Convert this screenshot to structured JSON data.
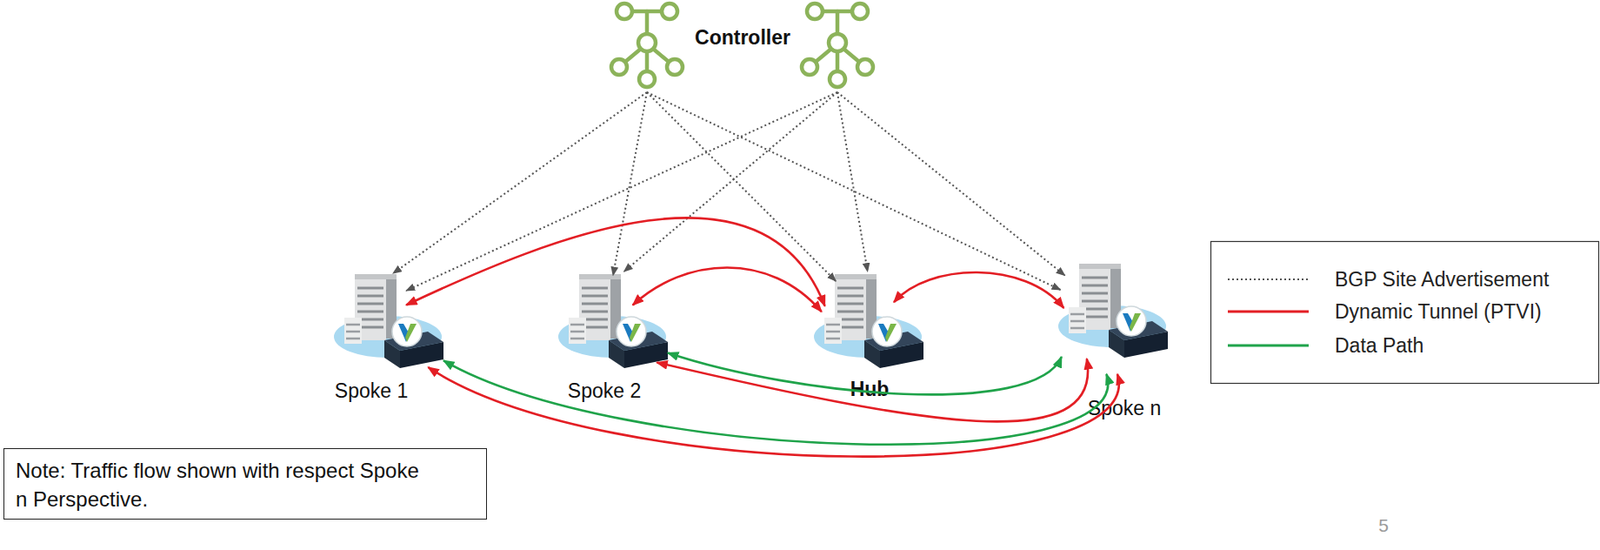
{
  "diagram": {
    "nodes": [
      {
        "text": [
          "Controller"
        ]
      },
      {
        "text": [
          "Spoke 1"
        ]
      },
      {
        "text": [
          "Spoke 2"
        ]
      },
      {
        "text": [
          "Hub"
        ]
      },
      {
        "text": [
          "Spoke n"
        ]
      },
      {
        "text": [
          "Note: Traffic flow shown with respect Spoke n Perspective."
        ]
      }
    ],
    "edges": [
      {
        "from": 0,
        "to": 1,
        "arrow": "to"
      },
      {
        "from": 0,
        "to": 1,
        "arrow": "to"
      },
      {
        "from": 0,
        "to": 2,
        "arrow": "to"
      },
      {
        "from": 0,
        "to": 2,
        "arrow": "to"
      },
      {
        "from": 0,
        "to": 3,
        "arrow": "to"
      },
      {
        "from": 0,
        "to": 3,
        "arrow": "to"
      },
      {
        "from": 0,
        "to": 4,
        "arrow": "to"
      },
      {
        "from": 0,
        "to": 4,
        "arrow": "to"
      },
      {
        "from": 1,
        "to": 3,
        "arrow": "both"
      },
      {
        "from": 2,
        "to": 3,
        "arrow": "both"
      },
      {
        "from": 3,
        "to": 4,
        "arrow": "both"
      },
      {
        "from": 2,
        "to": 4,
        "arrow": "both"
      },
      {
        "from": 1,
        "to": 4,
        "arrow": "both"
      },
      {
        "from": 2,
        "to": 4,
        "arrow": "both"
      },
      {
        "from": 1,
        "to": 4,
        "arrow": "both"
      }
    ],
    "labels": [
      "5"
    ],
    "legend": [
      {
        "text": "BGP Site Advertisement"
      },
      {
        "text": "Dynamic Tunnel (PTVI)"
      },
      {
        "text": "Data Path"
      }
    ]
  }
}
